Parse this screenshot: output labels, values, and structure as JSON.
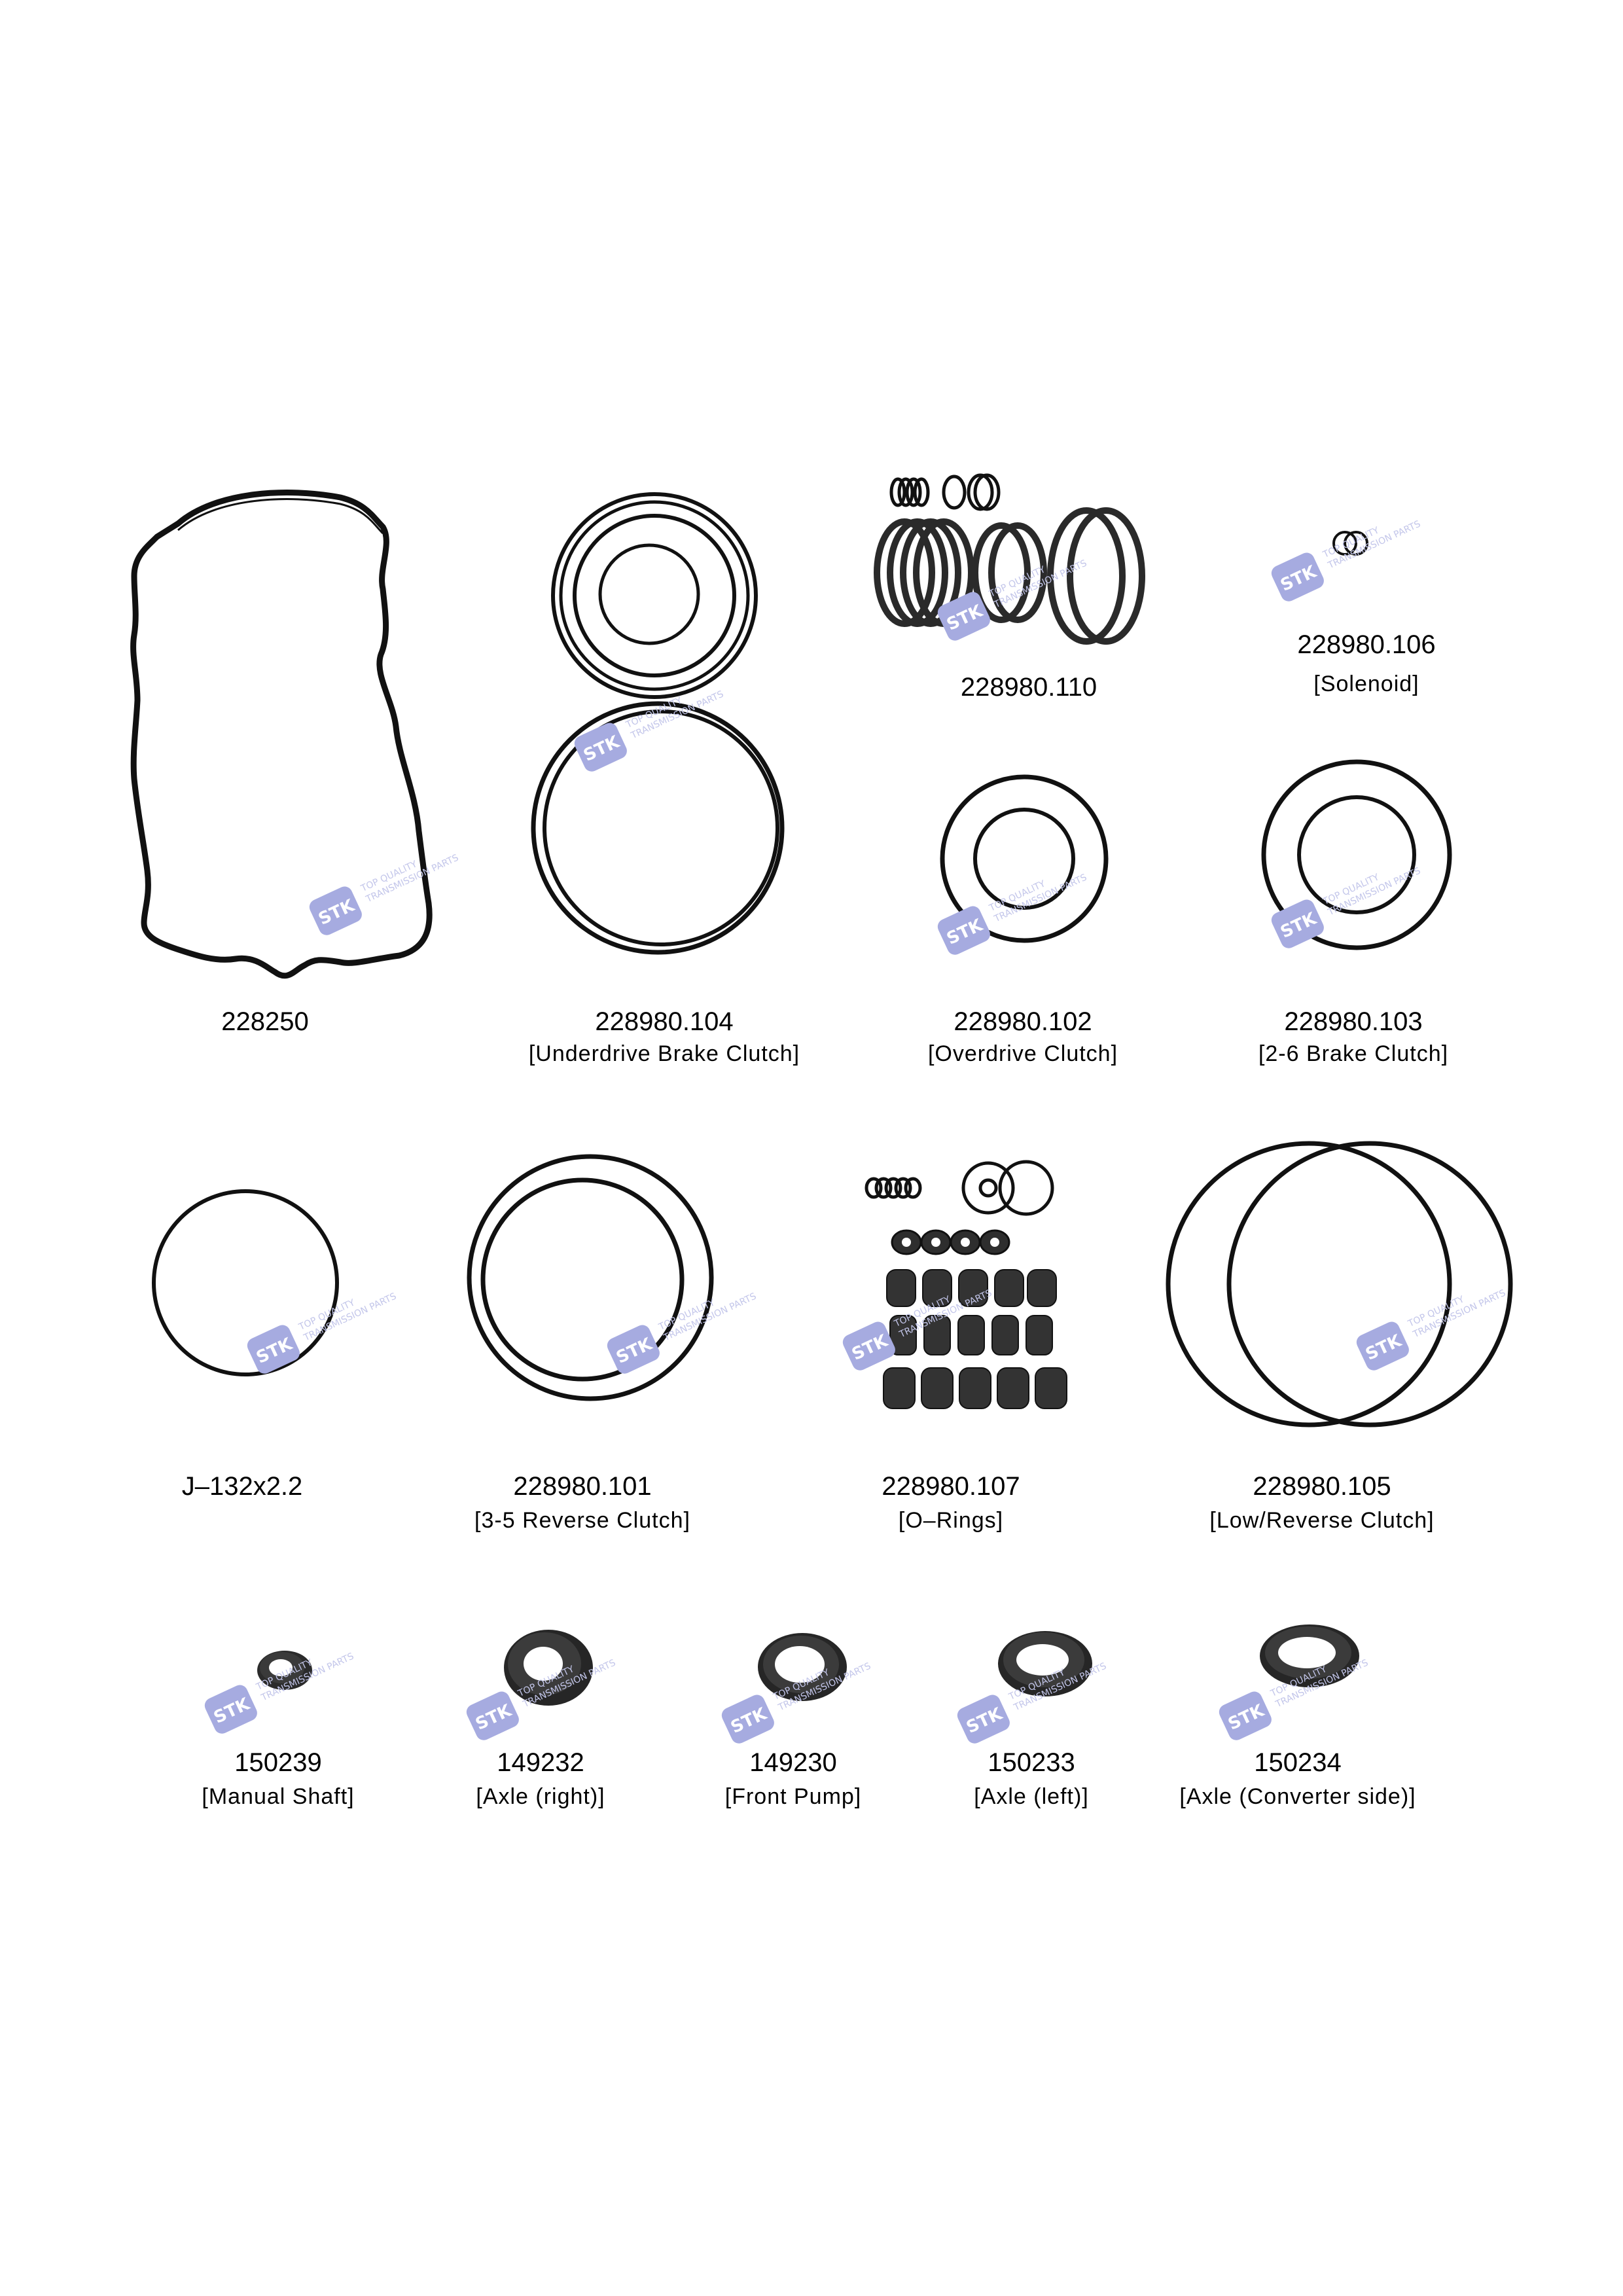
{
  "brand": {
    "logo": "STK",
    "tagline_1": "TOP QUALITY",
    "tagline_2": "TRANSMISSION PARTS",
    "logo_color": "#9aa0dc"
  },
  "parts": [
    {
      "code": "228250",
      "desc": ""
    },
    {
      "code": "228980.104",
      "desc": "[Underdrive Brake Clutch]"
    },
    {
      "code": "228980.110",
      "desc": ""
    },
    {
      "code": "228980.106",
      "desc": "[Solenoid]"
    },
    {
      "code": "228980.102",
      "desc": "[Overdrive Clutch]"
    },
    {
      "code": "228980.103",
      "desc": "[2-6 Brake Clutch]"
    },
    {
      "code": "J–132x2.2",
      "desc": ""
    },
    {
      "code": "228980.101",
      "desc": "[3-5 Reverse Clutch]"
    },
    {
      "code": "228980.107",
      "desc": "[O–Rings]"
    },
    {
      "code": "228980.105",
      "desc": "[Low/Reverse Clutch]"
    },
    {
      "code": "150239",
      "desc": "[Manual Shaft]"
    },
    {
      "code": "149232",
      "desc": "[Axle (right)]"
    },
    {
      "code": "149230",
      "desc": "[Front Pump]"
    },
    {
      "code": "150233",
      "desc": "[Axle (left)]"
    },
    {
      "code": "150234",
      "desc": "[Axle (Converter side)]"
    }
  ]
}
